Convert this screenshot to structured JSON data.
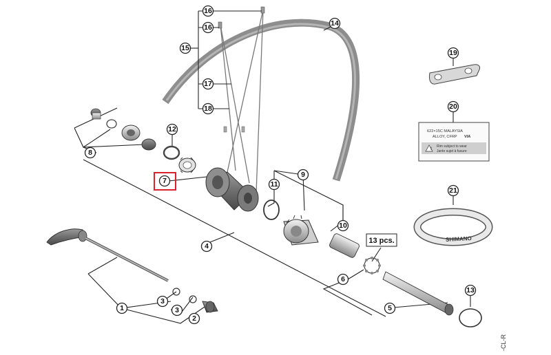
{
  "callouts": {
    "c1": "1",
    "c2": "2",
    "c3a": "3",
    "c3b": "3",
    "c4": "4",
    "c5": "5",
    "c6": "6",
    "c7": "7",
    "c8": "8",
    "c9": "9",
    "c10": "10",
    "c11": "11",
    "c12": "12",
    "c13a": "13",
    "c14": "14",
    "c15": "15",
    "c16a": "16",
    "c16b": "16",
    "c17": "17",
    "c18": "18",
    "c19": "19",
    "c20": "20",
    "c21": "21"
  },
  "pcs_label": "13 pcs.",
  "rim_label": {
    "line1": "622×15C  MALAYSIA",
    "line2": "ALLOY, CFRP",
    "brand": "VIA",
    "warn1": "Rim subject to wear",
    "warn2": "Jante sujet à fusure"
  },
  "rim_tape_brand": "SHIMANO",
  "corner_code": "-CL-R",
  "highlight_color": "#d9232a"
}
